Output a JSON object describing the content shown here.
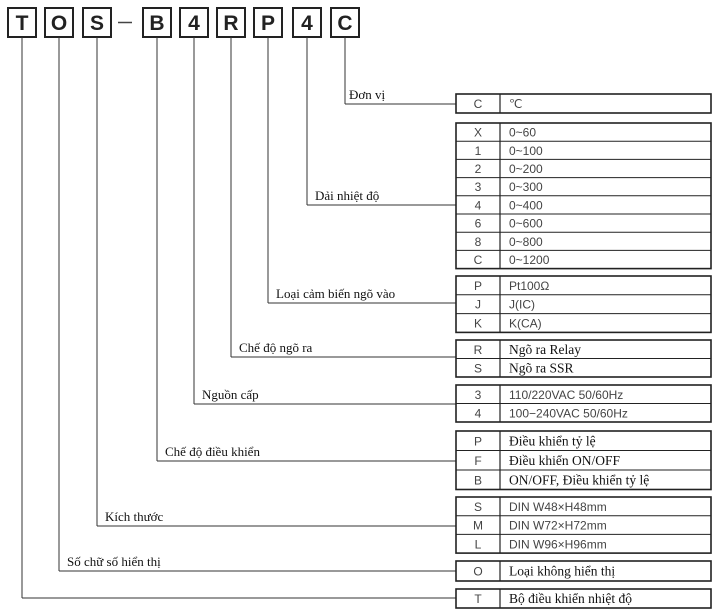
{
  "model_code": [
    "T",
    "O",
    "S",
    "-",
    "B",
    "4",
    "R",
    "P",
    "4",
    "C"
  ],
  "groups": [
    {
      "label": "Đơn vị",
      "serif": false,
      "rows": [
        {
          "code": "C",
          "desc": "℃"
        }
      ]
    },
    {
      "label": "Dải nhiệt độ",
      "serif": false,
      "rows": [
        {
          "code": "X",
          "desc": "0~60"
        },
        {
          "code": "1",
          "desc": "0~100"
        },
        {
          "code": "2",
          "desc": "0~200"
        },
        {
          "code": "3",
          "desc": "0~300"
        },
        {
          "code": "4",
          "desc": "0~400"
        },
        {
          "code": "6",
          "desc": "0~600"
        },
        {
          "code": "8",
          "desc": "0~800"
        },
        {
          "code": "C",
          "desc": "0~1200"
        }
      ]
    },
    {
      "label": "Loại cảm biến ngõ vào",
      "serif": false,
      "rows": [
        {
          "code": "P",
          "desc": "Pt100Ω"
        },
        {
          "code": "J",
          "desc": "J(IC)"
        },
        {
          "code": "K",
          "desc": "K(CA)"
        }
      ]
    },
    {
      "label": "Chế độ ngõ ra",
      "serif": true,
      "rows": [
        {
          "code": "R",
          "desc": "Ngõ ra Relay"
        },
        {
          "code": "S",
          "desc": "Ngõ ra SSR"
        }
      ]
    },
    {
      "label": "Nguồn cấp",
      "serif": false,
      "rows": [
        {
          "code": "3",
          "desc": "110/220VAC 50/60Hz"
        },
        {
          "code": "4",
          "desc": "100−240VAC 50/60Hz"
        }
      ]
    },
    {
      "label": "Chế độ điều khiển",
      "serif": true,
      "rows": [
        {
          "code": "P",
          "desc": "Điều khiển tỷ lệ"
        },
        {
          "code": "F",
          "desc": "Điều khiển ON/OFF"
        },
        {
          "code": "B",
          "desc": "ON/OFF, Điều khiển tỷ lệ"
        }
      ]
    },
    {
      "label": "Kích thước",
      "serif": false,
      "rows": [
        {
          "code": "S",
          "desc": "DIN W48×H48mm"
        },
        {
          "code": "M",
          "desc": "DIN W72×H72mm"
        },
        {
          "code": "L",
          "desc": "DIN W96×H96mm"
        }
      ]
    },
    {
      "label": "Số chữ số hiển thị",
      "serif": true,
      "rows": [
        {
          "code": "O",
          "desc": "Loại không hiển thị"
        }
      ]
    },
    {
      "label": "",
      "serif": true,
      "rows": [
        {
          "code": "T",
          "desc": "Bộ điều khiển nhiệt độ"
        }
      ]
    }
  ]
}
